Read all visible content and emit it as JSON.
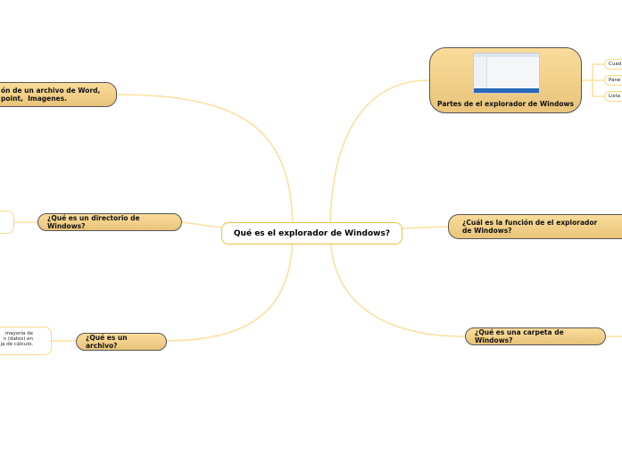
{
  "center": {
    "label": "Qué es el explorador de Windows?"
  },
  "left": [
    {
      "label": "ón de un archivo de Word,\npoint,  Imagenes."
    },
    {
      "label": "¿Qué es un directorio de Windows?"
    },
    {
      "label": "¿Qué es un archivo?",
      "detail": "mayoría de\nn (datos) en\nja de cálculo,"
    }
  ],
  "right": [
    {
      "label": "Partes de el explorador de Windows",
      "children": [
        "Cuad",
        "Pane",
        "Lista"
      ],
      "image": "windows-explorer-screenshot"
    },
    {
      "label": "¿Cuál es la función de el explorador de Windows?"
    },
    {
      "label": "¿Qué es una carpeta de Windows?"
    }
  ],
  "colors": {
    "link": "#fbe3a4",
    "node_fill": "#f2d088",
    "node_border": "#555555",
    "center_border": "#f0c040"
  }
}
